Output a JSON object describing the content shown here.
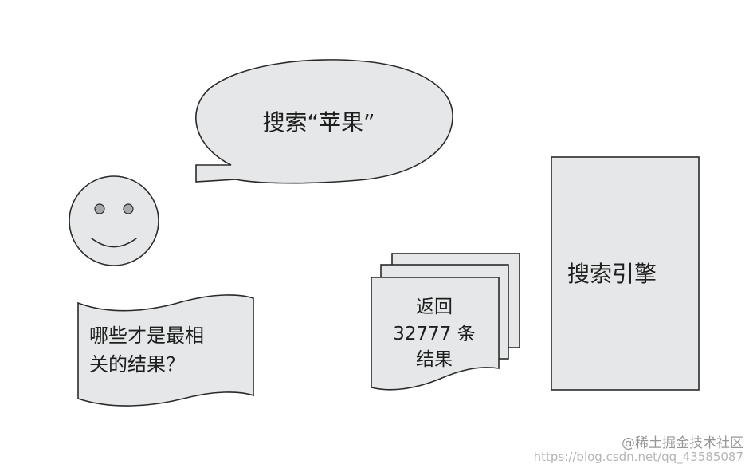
{
  "speech_bubble": {
    "text": "搜索“苹果”"
  },
  "user_question": {
    "lines": [
      "哪些才是最相",
      "关的结果？"
    ]
  },
  "results_stack": {
    "lines": [
      "返回",
      "32777 条",
      "结果"
    ]
  },
  "search_engine": {
    "label": "搜索引擎"
  },
  "watermark": {
    "url": "https://blog.csdn.net/qq_43585087",
    "brand": "@稀土掘金技术社区"
  }
}
